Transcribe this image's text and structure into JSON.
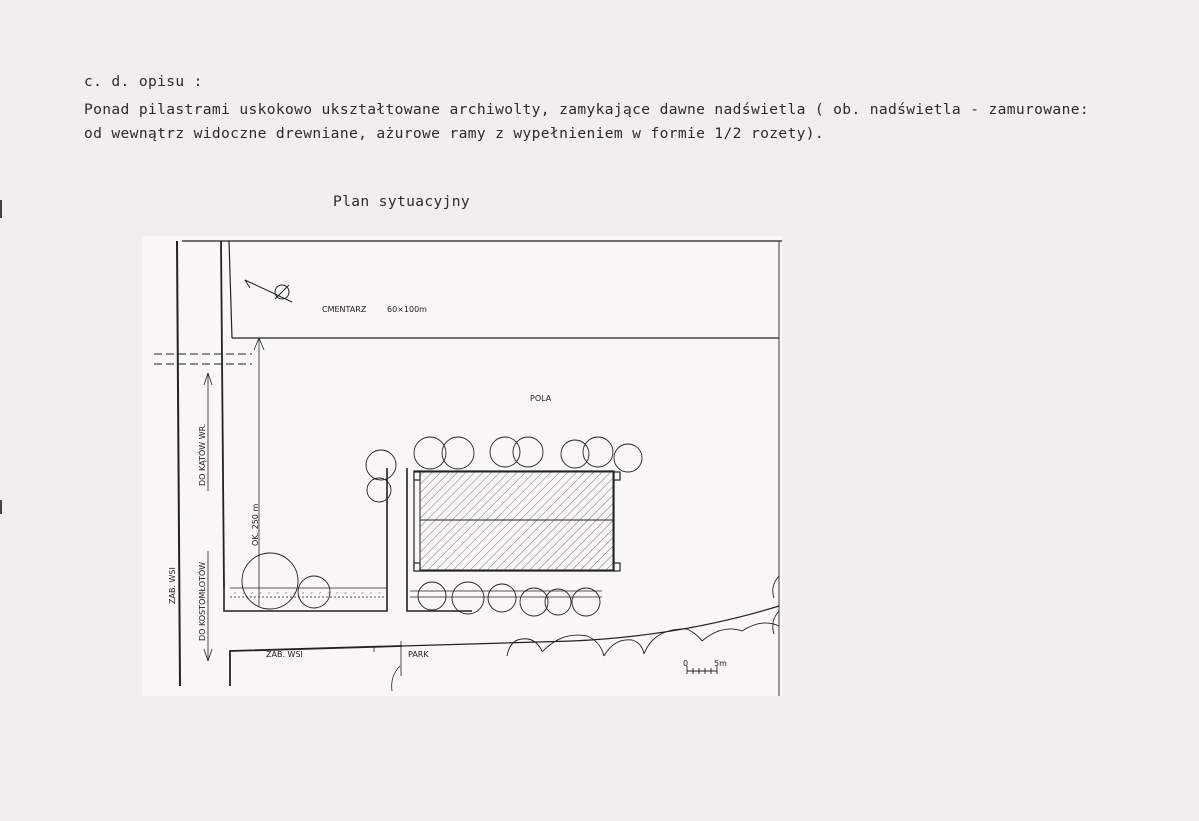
{
  "text": {
    "line1": "c. d. opisu :",
    "line2": "Ponad pilastrami uskokowo ukształtowane archiwolty, zamykające dawne nadświetla ( ob. nadświetla - zamurowane:",
    "line3": "od wewnątrz widoczne drewniane, ażurowe ramy z wypełnieniem w formie 1/2 rozety)."
  },
  "plan": {
    "title": "Plan sytuacyjny",
    "labels": {
      "cemetery": "CMENTARZ",
      "cemetery_size": "60×100m",
      "fields": "POLA",
      "road_up": "DO KĄTÓW WR.",
      "distance": "OK. 250 m",
      "village_left": "ZAB. WSI",
      "road_down": "DO KOSTOMŁOTÓW",
      "village_bottom": "ZAB. WSI",
      "park": "PARK",
      "scale_zero": "0",
      "scale_five": "5m"
    },
    "icons": {
      "north_arrow": "north-arrow-icon"
    }
  }
}
